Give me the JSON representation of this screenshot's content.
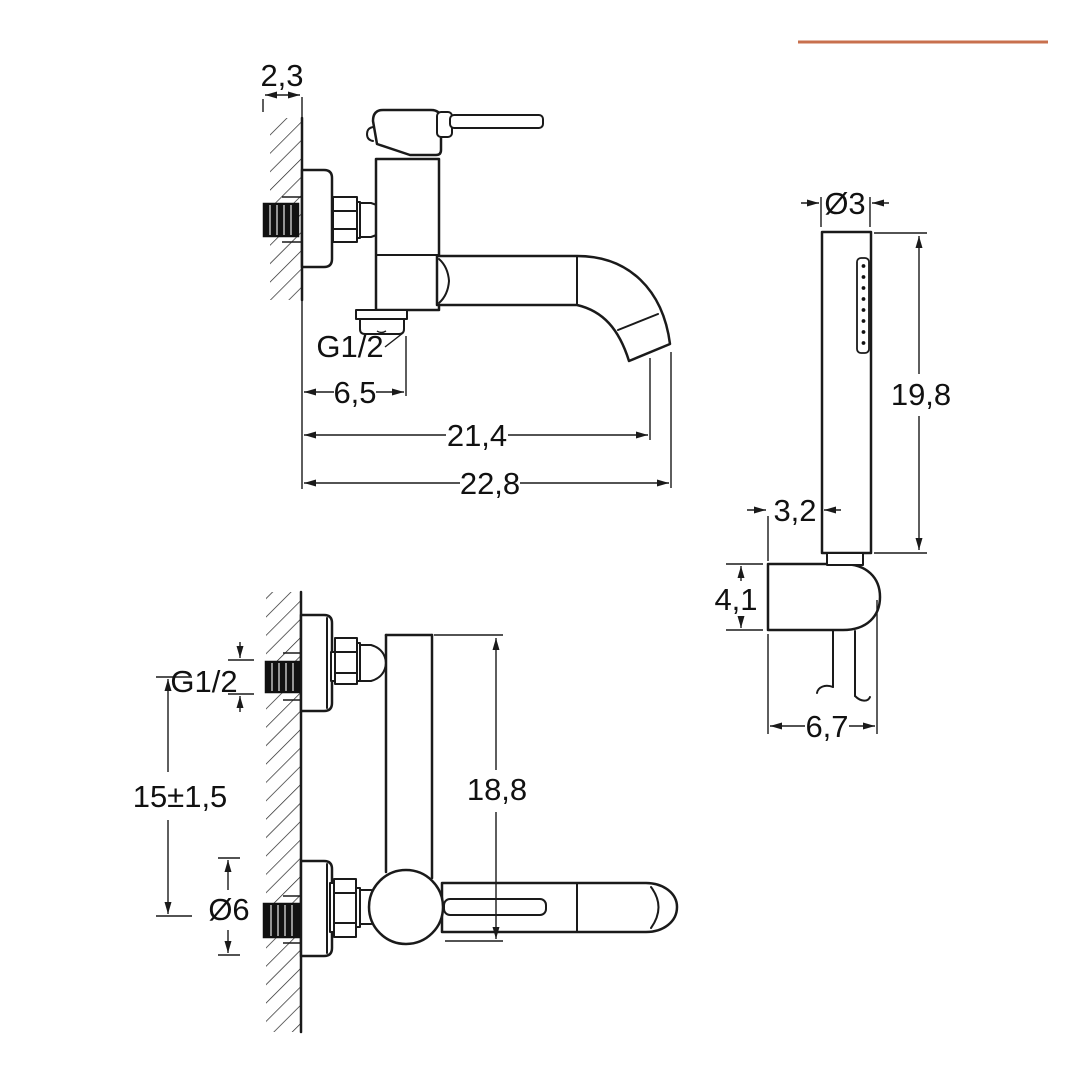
{
  "colors": {
    "line": "#1a1a1a",
    "accent": "#c8704e",
    "background": "#ffffff"
  },
  "views": {
    "side": {
      "labels": {
        "wall_thickness": "2,3",
        "thread": "G1/2",
        "outlet_offset": "6,5",
        "spout_reach": "21,4",
        "total_depth": "22,8"
      }
    },
    "front": {
      "labels": {
        "thread": "G1/2",
        "axis_distance": "15±1,5",
        "flange_diameter": "Ø6",
        "height": "18,8"
      }
    },
    "shower": {
      "labels": {
        "head_diameter": "Ø3",
        "wand_length": "19,8",
        "offset": "3,2",
        "bracket_height": "4,1",
        "bracket_width": "6,7"
      }
    }
  }
}
